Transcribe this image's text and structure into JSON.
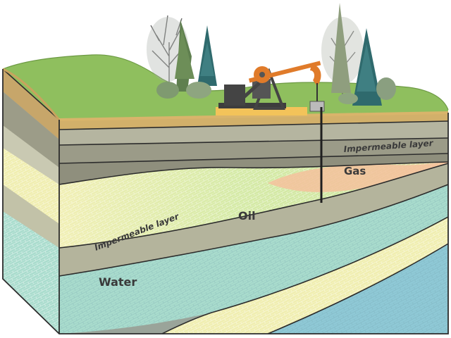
{
  "labels": {
    "impermeable_top": "Impermeable layer",
    "gas": "Gas",
    "oil": "Oil",
    "impermeable_left": "Impermeable layer",
    "water": "Water"
  },
  "colors": {
    "ground": "#8fbf5e",
    "soil": "#d9b46b",
    "rock_dark": "#9a9a86",
    "rock_mid": "#b7b7a1",
    "rock_light": "#cdcdb6",
    "oil_sand": "#f0eeb0",
    "oil": "#cfe6a2",
    "gas": "#f4c19c",
    "water": "#a9dccd",
    "water_deep": "#8fc9d6",
    "pump": "#e07b2a",
    "outline": "#2c2c2c"
  },
  "icons": {
    "pump": "oil-pumpjack-icon",
    "tree": "tree-icon",
    "well": "well-pipe-icon"
  }
}
